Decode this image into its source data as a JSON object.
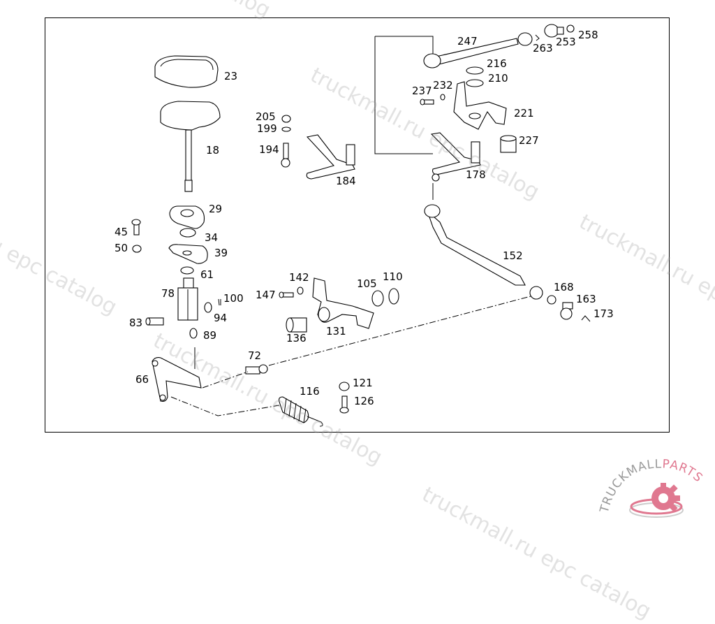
{
  "diagram": {
    "type": "exploded-parts-diagram",
    "subject": "gear shift lever linkage",
    "parts": [
      {
        "id": "23",
        "description": "shift knob cover"
      },
      {
        "id": "18",
        "description": "shift lever with knob"
      },
      {
        "id": "29",
        "description": "flange plate"
      },
      {
        "id": "34",
        "description": "bushing"
      },
      {
        "id": "39",
        "description": "base plate"
      },
      {
        "id": "45",
        "description": "screw"
      },
      {
        "id": "50",
        "description": "nut"
      },
      {
        "id": "61",
        "description": "washer"
      },
      {
        "id": "78",
        "description": "clevis"
      },
      {
        "id": "100",
        "description": "cotter pin"
      },
      {
        "id": "94",
        "description": "washer"
      },
      {
        "id": "83",
        "description": "pin"
      },
      {
        "id": "89",
        "description": "washer"
      },
      {
        "id": "66",
        "description": "lever bracket"
      },
      {
        "id": "72",
        "description": "ball stud"
      },
      {
        "id": "116",
        "description": "tension spring"
      },
      {
        "id": "121",
        "description": "nut"
      },
      {
        "id": "126",
        "description": "bolt"
      },
      {
        "id": "205",
        "description": "nut"
      },
      {
        "id": "199",
        "description": "washer"
      },
      {
        "id": "194",
        "description": "ball stud"
      },
      {
        "id": "184",
        "description": "relay lever"
      },
      {
        "id": "142",
        "description": "washer"
      },
      {
        "id": "147",
        "description": "bolt"
      },
      {
        "id": "131",
        "description": "bracket"
      },
      {
        "id": "136",
        "description": "bushing"
      },
      {
        "id": "105",
        "description": "seal ring"
      },
      {
        "id": "110",
        "description": "circlip"
      },
      {
        "id": "247",
        "description": "shift rod"
      },
      {
        "id": "263",
        "description": "clip"
      },
      {
        "id": "253",
        "description": "ball socket"
      },
      {
        "id": "258",
        "description": "cap"
      },
      {
        "id": "216",
        "description": "ring"
      },
      {
        "id": "210",
        "description": "ring"
      },
      {
        "id": "237",
        "description": "bolt"
      },
      {
        "id": "232",
        "description": "washer"
      },
      {
        "id": "221",
        "description": "bracket"
      },
      {
        "id": "227",
        "description": "bushing"
      },
      {
        "id": "178",
        "description": "relay lever"
      },
      {
        "id": "152",
        "description": "connecting rod"
      },
      {
        "id": "168",
        "description": "ball"
      },
      {
        "id": "163",
        "description": "ball socket"
      },
      {
        "id": "173",
        "description": "spring clip"
      }
    ]
  },
  "labels": {
    "p23": "23",
    "p18": "18",
    "p29": "29",
    "p34": "34",
    "p39": "39",
    "p45": "45",
    "p50": "50",
    "p61": "61",
    "p78": "78",
    "p100": "100",
    "p94": "94",
    "p83": "83",
    "p89": "89",
    "p66": "66",
    "p72": "72",
    "p116": "116",
    "p121": "121",
    "p126": "126",
    "p205": "205",
    "p199": "199",
    "p194": "194",
    "p184": "184",
    "p142": "142",
    "p147": "147",
    "p131": "131",
    "p136": "136",
    "p105": "105",
    "p110": "110",
    "p247": "247",
    "p263": "263",
    "p253": "253",
    "p258": "258",
    "p216": "216",
    "p210": "210",
    "p237": "237",
    "p232": "232",
    "p221": "221",
    "p227": "227",
    "p178": "178",
    "p152": "152",
    "p168": "168",
    "p163": "163",
    "p173": "173"
  },
  "watermarks": {
    "w1": "truckmall.ru epc catalog",
    "w2": "truckmall.ru epc catalog",
    "w3": "truckmall.ru epc catalog",
    "w4": "truckmall.ru epc catalog",
    "w5": "truckmall.ru epc catalog",
    "w6": "truckmall.ru epc catalog"
  },
  "logo": {
    "brand_part1": "TRUCKMALL",
    "brand_part2": "PARTS",
    "color_primary": "#999999",
    "color_accent": "#e07890"
  }
}
